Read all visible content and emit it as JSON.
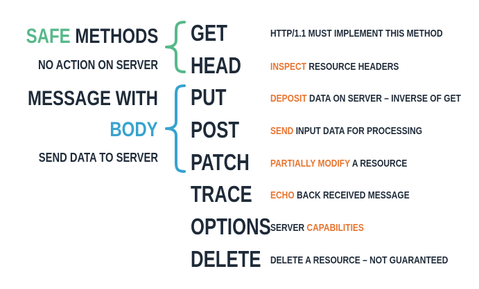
{
  "colors": {
    "green": "#57b88a",
    "blue": "#38a3cf",
    "orange": "#e8742f",
    "dark": "#1e2a38"
  },
  "groups": {
    "safe": {
      "title_highlight": "SAFE",
      "title_rest": "METHODS",
      "subtitle": "NO ACTION ON SERVER"
    },
    "body": {
      "line1": "MESSAGE WITH",
      "highlight": "BODY",
      "subtitle": "SEND DATA TO SERVER"
    }
  },
  "methods": [
    {
      "name": "GET",
      "desc_highlight": "",
      "desc_rest": "HTTP/1.1 MUST IMPLEMENT THIS METHOD"
    },
    {
      "name": "HEAD",
      "desc_highlight": "INSPECT",
      "desc_rest": "RESOURCE HEADERS"
    },
    {
      "name": "PUT",
      "desc_highlight": "DEPOSIT",
      "desc_rest": "DATA ON SERVER – INVERSE OF GET"
    },
    {
      "name": "POST",
      "desc_highlight": "SEND",
      "desc_rest": "INPUT DATA FOR PROCESSING"
    },
    {
      "name": "PATCH",
      "desc_highlight": "PARTIALLY MODIFY",
      "desc_rest": "A RESOURCE"
    },
    {
      "name": "TRACE",
      "desc_highlight": "ECHO",
      "desc_rest": "BACK RECEIVED MESSAGE"
    },
    {
      "name": "OPTIONS",
      "desc_prefix": "SERVER",
      "desc_highlight_after": "CAPABILITIES"
    },
    {
      "name": "DELETE",
      "desc_highlight": "",
      "desc_rest": "DELETE A RESOURCE – NOT GUARANTEED"
    }
  ]
}
